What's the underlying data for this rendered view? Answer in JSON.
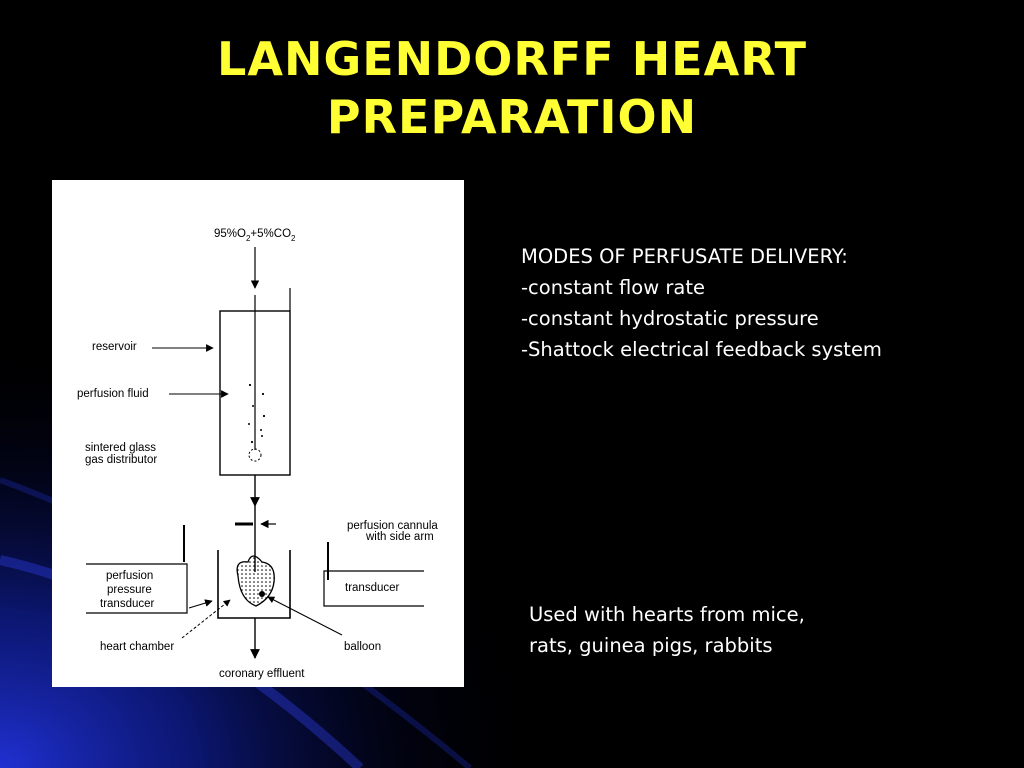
{
  "slide": {
    "title_line1": "LANGENDORFF HEART",
    "title_line2": "PREPARATION"
  },
  "colors": {
    "background": "#000000",
    "title": "#ffff33",
    "text": "#ffffff",
    "accent_glow": "#1a2bd0"
  },
  "diagram": {
    "gas_label_main": "95%O",
    "gas_sub1": "2",
    "gas_plus": "+5%CO",
    "gas_sub2": "2",
    "reservoir": "reservoir",
    "perfusion_fluid": "perfusion fluid",
    "sintered_line1": "sintered glass",
    "sintered_line2": "gas distributor",
    "cannula_line1": "perfusion cannula",
    "cannula_line2": "with side arm",
    "transducer": "transducer",
    "pressure_line1": "perfusion",
    "pressure_line2": "pressure",
    "pressure_line3": "transducer",
    "heart_chamber": "heart chamber",
    "balloon": "balloon",
    "effluent": "coronary effluent"
  },
  "modes": {
    "heading": "MODES OF PERFUSATE DELIVERY:",
    "items": [
      "-constant flow rate",
      "-constant hydrostatic pressure",
      "-Shattock electrical feedback system"
    ]
  },
  "usage": {
    "line1": "Used with hearts from mice,",
    "line2": "rats, guinea pigs, rabbits"
  }
}
